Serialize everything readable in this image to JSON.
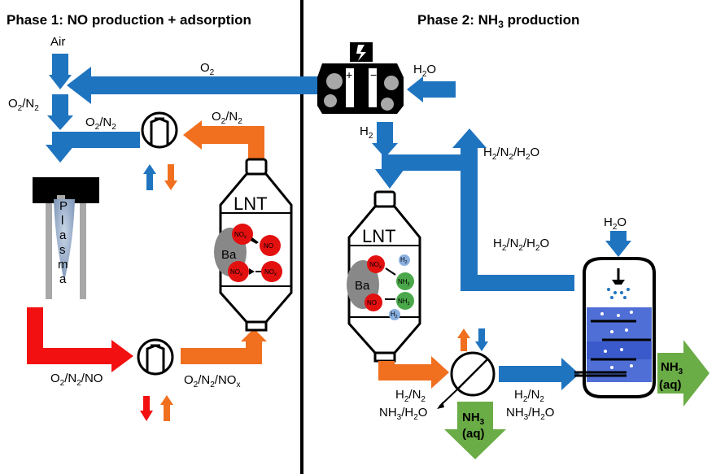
{
  "phase1": {
    "title": "Phase 1: NO production + adsorption",
    "air": "Air",
    "o2": "O",
    "o2_sub": "2",
    "o2n2_left": "O2/N2",
    "o2n2_mid": "O2/N2",
    "o2n2_ret": "O2/N2",
    "plasma": [
      "P",
      "l",
      "a",
      "s",
      "m",
      "a"
    ],
    "o2n2no": "O2/N2/NO",
    "o2n2nox": "O2/N2/NOx",
    "lnt": "LNT",
    "ba": "Ba",
    "nox": "NOx",
    "no": "NO"
  },
  "phase2": {
    "title": "Phase 2: NH3 production",
    "h2o_top": "H2O",
    "h2": "H2",
    "h2n2h2o_top": "H2/N2/H2O",
    "h2n2h2o_mid": "H2/N2/H2O",
    "h2o_scrub": "H2O",
    "lnt": "LNT",
    "ba": "Ba",
    "nox": "NOx",
    "no": "NO",
    "h2_mol": "H2",
    "nh3_mol": "NH3",
    "out_left_1": "H2/N2",
    "out_left_2": "NH3/H2O",
    "out_right_1": "H2/N2",
    "out_right_2": "NH3/H2O",
    "nh3": "NH3",
    "aq": "(aq)"
  },
  "colors": {
    "blue": "#1f74c0",
    "orange": "#f07020",
    "red": "#f21010",
    "green": "#6aac45",
    "gray": "#a8a8a8",
    "scrubber": "#4f6fd6"
  }
}
